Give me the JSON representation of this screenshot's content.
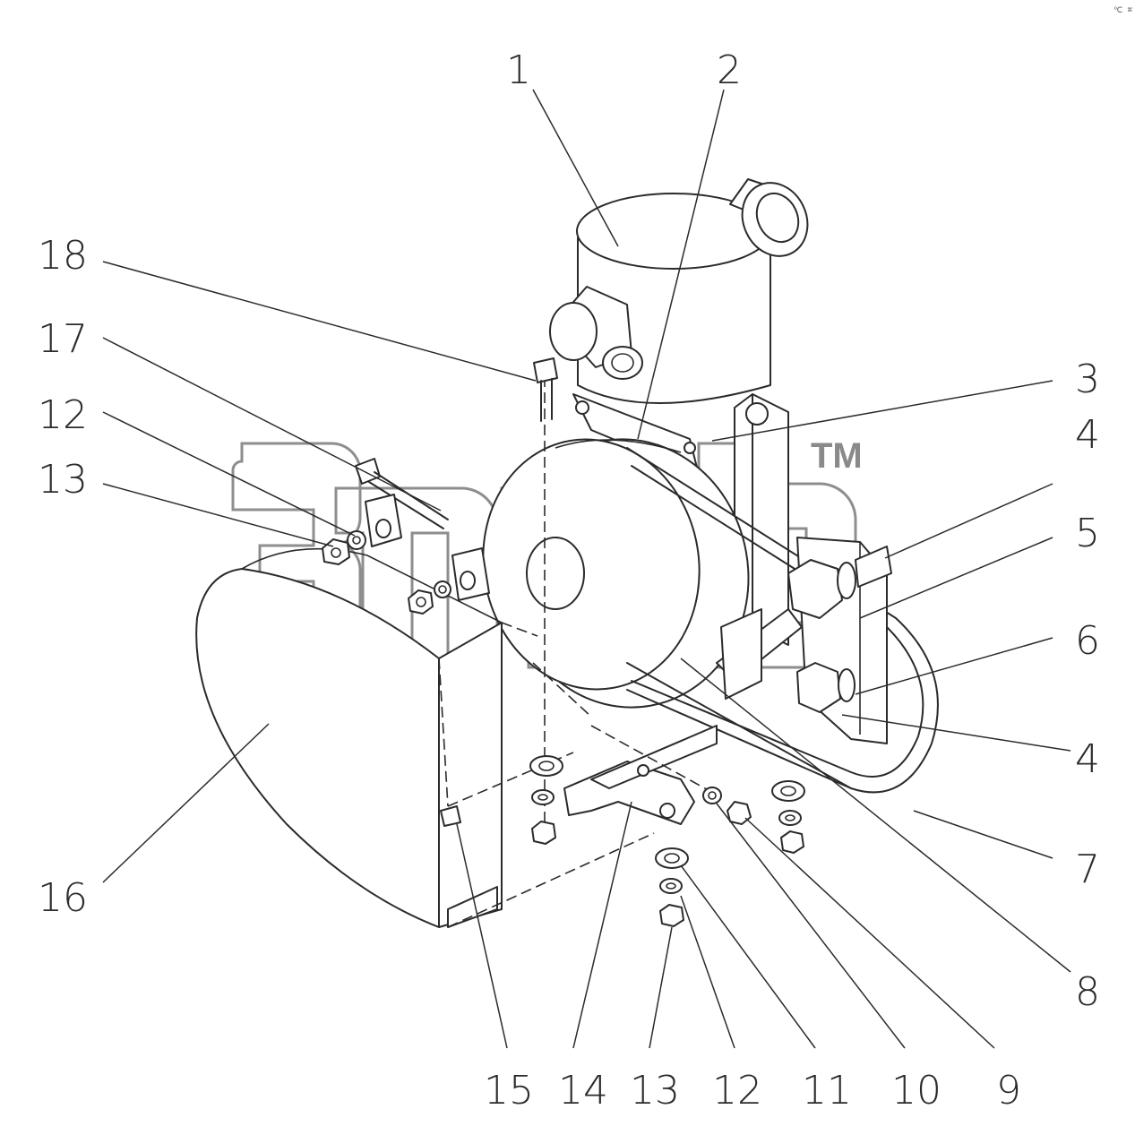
{
  "watermark": {
    "tm": "TM"
  },
  "corner_mark": "℃ ⌘",
  "callouts": [
    {
      "id": "c1",
      "label": "1"
    },
    {
      "id": "c2",
      "label": "2"
    },
    {
      "id": "c3",
      "label": "3"
    },
    {
      "id": "c4a",
      "label": "4"
    },
    {
      "id": "c5",
      "label": "5"
    },
    {
      "id": "c6",
      "label": "6"
    },
    {
      "id": "c4b",
      "label": "4"
    },
    {
      "id": "c7",
      "label": "7"
    },
    {
      "id": "c8",
      "label": "8"
    },
    {
      "id": "c18",
      "label": "18"
    },
    {
      "id": "c17",
      "label": "17"
    },
    {
      "id": "c12a",
      "label": "12"
    },
    {
      "id": "c13a",
      "label": "13"
    },
    {
      "id": "c16",
      "label": "16"
    },
    {
      "id": "c15",
      "label": "15"
    },
    {
      "id": "c14",
      "label": "14"
    },
    {
      "id": "c13b",
      "label": "13"
    },
    {
      "id": "c12b",
      "label": "12"
    },
    {
      "id": "c11",
      "label": "11"
    },
    {
      "id": "c10",
      "label": "10"
    },
    {
      "id": "c9",
      "label": "9"
    }
  ]
}
